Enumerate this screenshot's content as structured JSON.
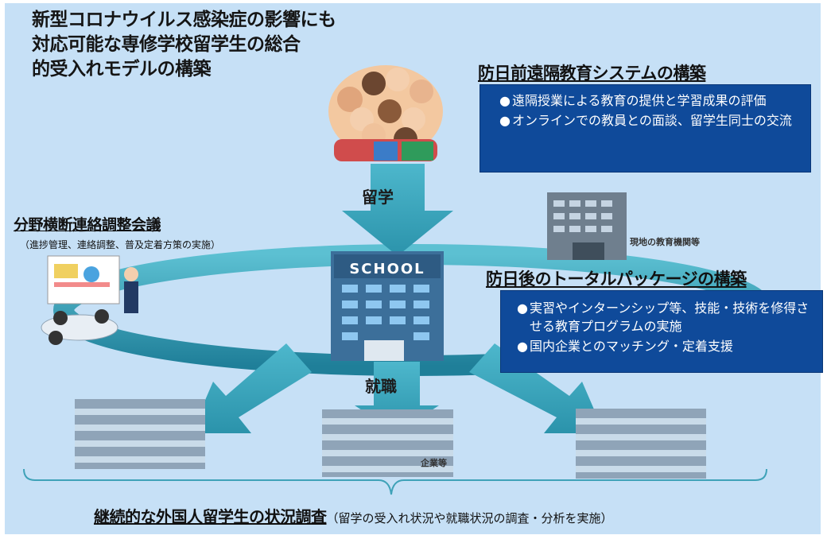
{
  "title_lines": [
    "新型コロナウイルス感染症の影響にも",
    "対応可能な専修学校留学生の総合",
    "的受入れモデルの構築"
  ],
  "pre_arrival": {
    "heading": "防日前遠隔教育システムの構築",
    "bullets": [
      "遠隔授業による教育の提供と学習成果の評価",
      "オンラインでの教員との面談、留学生同士の交流"
    ]
  },
  "post_arrival": {
    "heading": "防日後のトータルパッケージの構築",
    "bullets": [
      "実習やインターンシップ等、技能・技術を修得させる教育プログラムの実施",
      "国内企業とのマッチング・定着支援"
    ]
  },
  "council": {
    "heading": "分野横断連絡調整会議",
    "sub": "（進捗管理、連絡調整、普及定着方策の実施）"
  },
  "labels": {
    "study_abroad": "留学",
    "employment": "就職",
    "local_institution": "現地の教育機関等",
    "companies": "企業等",
    "school_sign": "SCHOOL",
    "bullet_mark": "●"
  },
  "bottom": {
    "main": "継続的な外国人留学生の状況調査",
    "sub": "（留学の受入れ状況や就職状況の調査・分析を実施）"
  },
  "colors": {
    "background": "#c6e0f6",
    "arrow": "#3aa8bd",
    "ring": "#2f8fa8",
    "box": "#0f4a9a"
  }
}
